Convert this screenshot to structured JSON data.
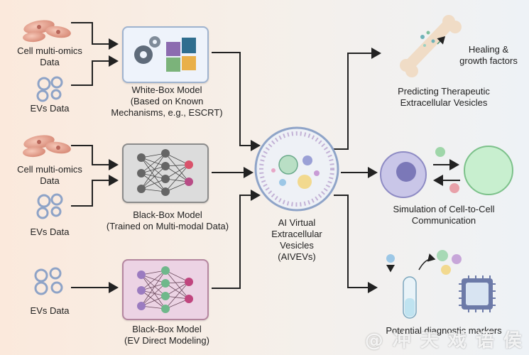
{
  "inputs": {
    "cell_omics_1": "Cell multi-omics\nData",
    "evs_1": "EVs Data",
    "cell_omics_2": "Cell multi-omics\nData",
    "evs_2": "EVs Data",
    "evs_3": "EVs Data"
  },
  "models": {
    "white_box": "White-Box Model\n(Based on Known\nMechanisms, e.g., ESCRT)",
    "black_box_1": "Black-Box Model\n(Trained on Multi-modal Data)",
    "black_box_2": "Black-Box Model\n(EV Direct Modeling)"
  },
  "center": {
    "label": "AI Virtual\nExtracellular\nVesicles\n(AIVEVs)"
  },
  "outputs": {
    "healing": "Healing &\ngrowth factors",
    "therapeutic": "Predicting Therapeutic\nExtracellular Vesicles",
    "communication": "Simulation of Cell-to-Cell\nCommunication",
    "diagnostic": "Potential diagnostic markers"
  },
  "watermark": "@ 冲 天 戏 语 侯",
  "colors": {
    "white_box_bg": "#eef3fb",
    "black_box_1_bg": "#dcdcdc",
    "black_box_2_bg": "#ecd3e4",
    "cell_pink": "#e8a796",
    "ev_ring": "#8ea3c7",
    "arrow": "#222222"
  }
}
